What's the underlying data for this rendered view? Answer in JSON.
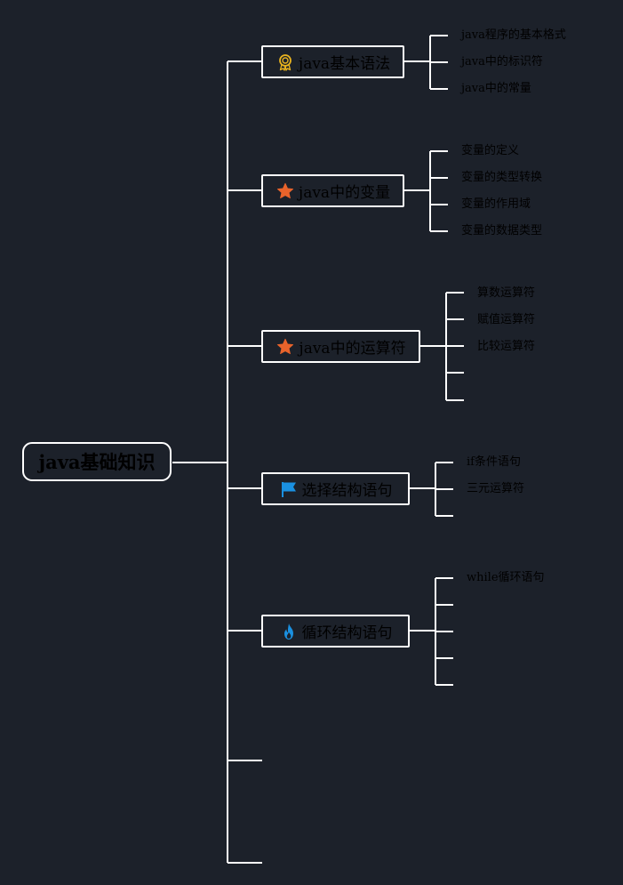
{
  "root": {
    "label": "java基础知识"
  },
  "branches": [
    {
      "label": "java基本语法",
      "icon": "award-medal-icon",
      "icon_color": "#e8b21f",
      "items": [
        "java程序的基本格式",
        "java中的标识符",
        "java中的常量"
      ]
    },
    {
      "label": "java中的变量",
      "icon": "star-icon",
      "icon_color": "#e8632b",
      "items": [
        "变量的定义",
        "变量的类型转换",
        "变量的作用域",
        "变量的数据类型"
      ]
    },
    {
      "label": "java中的运算符",
      "icon": "star-icon",
      "icon_color": "#e8632b",
      "items": [
        "算数运算符",
        "赋值运算符",
        "比较运算符"
      ]
    },
    {
      "label": "选择结构语句",
      "icon": "flag-icon",
      "icon_color": "#1a90e0",
      "items": [
        "if条件语句",
        "三元运算符"
      ]
    },
    {
      "label": "循环结构语句",
      "icon": "flame-icon",
      "icon_color": "#1a90e0",
      "items": [
        "while循环语句"
      ]
    }
  ],
  "colors": {
    "background": "#1c212a",
    "connector": "#ffffff",
    "text": "#000000"
  }
}
